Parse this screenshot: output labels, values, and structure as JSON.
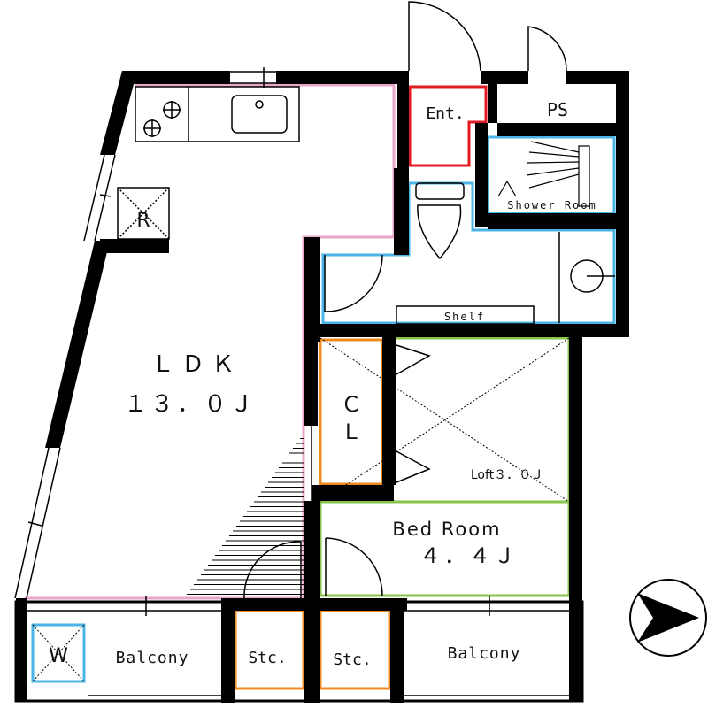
{
  "rooms": {
    "ldk": {
      "name": "ＬＤＫ",
      "size": "１３．０Ｊ"
    },
    "bedroom": {
      "name": "Bed Room",
      "size": "４．４Ｊ"
    },
    "loft": {
      "label": "Loft３．０Ｊ"
    },
    "closet": {
      "line1": "Ｃ",
      "line2": "Ｌ"
    },
    "entrance": {
      "name": "Ent."
    },
    "ps": {
      "name": "PS"
    },
    "shower": {
      "name": "Shower Room"
    },
    "shelf": {
      "name": "Shelf"
    },
    "refrigerator": {
      "name": "R"
    },
    "washer": {
      "name": "W"
    },
    "storage_left": {
      "name": "Stc."
    },
    "storage_right": {
      "name": "Stc."
    },
    "balcony_left": {
      "name": "Balcony"
    },
    "balcony_right": {
      "name": "Balcony"
    }
  },
  "colors": {
    "wall": "#000000",
    "ldk_outline": "#e8a7c8",
    "entrance_outline": "#e21b23",
    "bath_outline": "#4ab4e6",
    "closet_outline": "#ee8a1e",
    "bedroom_outline": "#88c34a"
  },
  "compass": {
    "direction": "east"
  }
}
